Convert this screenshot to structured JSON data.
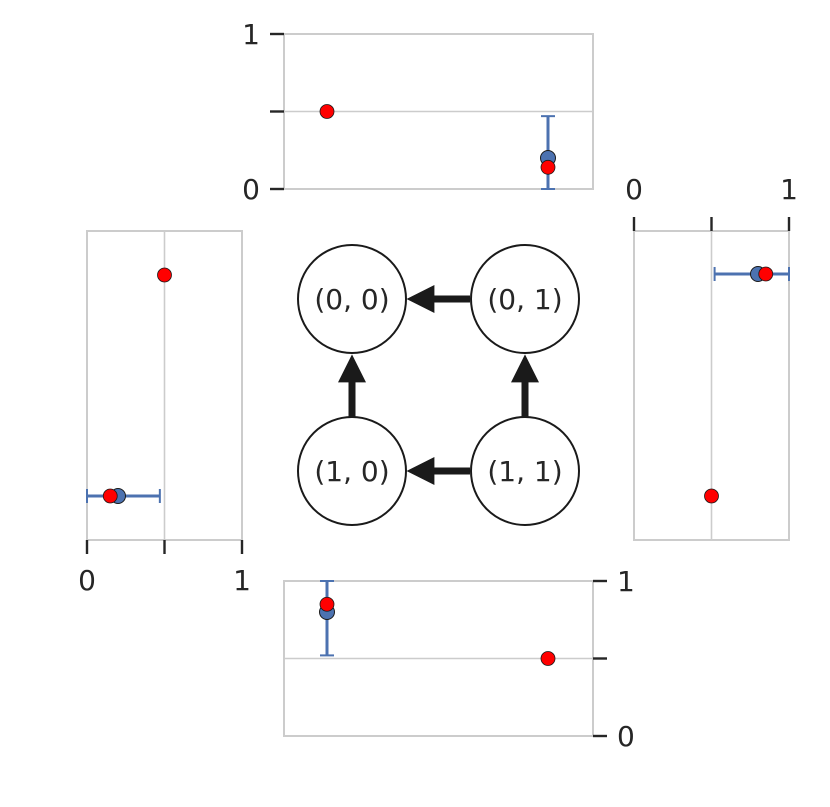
{
  "colors": {
    "estimate": "#4c72b0",
    "truth": "#ff0000",
    "frame": "#cccccc",
    "grid": "#cccccc",
    "tick": "#262626",
    "edge": "#1a1a1a"
  },
  "graph": {
    "nodes": [
      {
        "id": "n00",
        "label": "(0, 0)"
      },
      {
        "id": "n01",
        "label": "(0, 1)"
      },
      {
        "id": "n10",
        "label": "(1, 0)"
      },
      {
        "id": "n11",
        "label": "(1, 1)"
      }
    ],
    "edges": [
      {
        "from": "(0, 1)",
        "to": "(0, 0)"
      },
      {
        "from": "(1, 0)",
        "to": "(0, 0)"
      },
      {
        "from": "(1, 1)",
        "to": "(0, 1)"
      },
      {
        "from": "(1, 1)",
        "to": "(1, 0)"
      }
    ]
  },
  "chart_data": [
    {
      "id": "top",
      "type": "scatter",
      "orientation": "vertical",
      "value_range": [
        0,
        1
      ],
      "tick_values": [
        0,
        0.5,
        1
      ],
      "tick_labels": [
        "0",
        "",
        "1"
      ],
      "tick_side": "left",
      "gridline": 0.5,
      "points": [
        {
          "truth": 0.5
        },
        {
          "estimate": 0.2,
          "err_low": 0.0,
          "err_high": 0.47,
          "truth": 0.14
        }
      ]
    },
    {
      "id": "bottom",
      "type": "scatter",
      "orientation": "vertical",
      "value_range": [
        0,
        1
      ],
      "tick_values": [
        0,
        0.5,
        1
      ],
      "tick_labels": [
        "0",
        "",
        "1"
      ],
      "tick_side": "right",
      "gridline": 0.5,
      "points": [
        {
          "estimate": 0.8,
          "err_low": 0.52,
          "err_high": 1.0,
          "truth": 0.85
        },
        {
          "truth": 0.5
        }
      ]
    },
    {
      "id": "left",
      "type": "scatter",
      "orientation": "horizontal",
      "value_range": [
        0,
        1
      ],
      "tick_values": [
        0,
        0.5,
        1
      ],
      "tick_labels": [
        "0",
        "",
        "1"
      ],
      "tick_side": "bottom",
      "gridline": 0.5,
      "points": [
        {
          "truth": 0.5
        },
        {
          "estimate": 0.2,
          "err_low": 0.0,
          "err_high": 0.47,
          "truth": 0.15
        }
      ]
    },
    {
      "id": "right",
      "type": "scatter",
      "orientation": "horizontal",
      "value_range": [
        0,
        1
      ],
      "tick_values": [
        0,
        0.5,
        1
      ],
      "tick_labels": [
        "0",
        "",
        "1"
      ],
      "tick_side": "top",
      "gridline": 0.5,
      "points": [
        {
          "estimate": 0.8,
          "err_low": 0.52,
          "err_high": 1.0,
          "truth": 0.85
        },
        {
          "truth": 0.5
        }
      ]
    }
  ]
}
